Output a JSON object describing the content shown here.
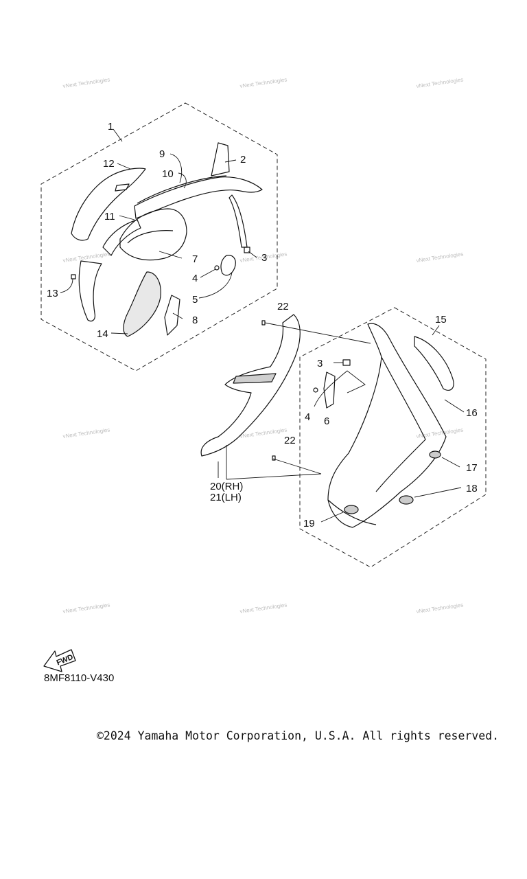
{
  "watermark": {
    "text_line1": "vNext Technologies"
  },
  "callouts": {
    "c1": "1",
    "c2": "2",
    "c3a": "3",
    "c4a": "4",
    "c5": "5",
    "c7": "7",
    "c8": "8",
    "c9": "9",
    "c10": "10",
    "c11": "11",
    "c12": "12",
    "c13": "13",
    "c14": "14",
    "c22a": "22",
    "c22b": "22",
    "c15": "15",
    "c16": "16",
    "c3b": "3",
    "c4b": "4",
    "c6": "6",
    "c17": "17",
    "c18": "18",
    "c19": "19",
    "c20": "20(RH)",
    "c21": "21(LH)"
  },
  "fwd_label": "FWD",
  "diagram_code": "8MF8110-V430",
  "copyright": "©2024 Yamaha Motor Corporation, U.S.A. All rights reserved."
}
